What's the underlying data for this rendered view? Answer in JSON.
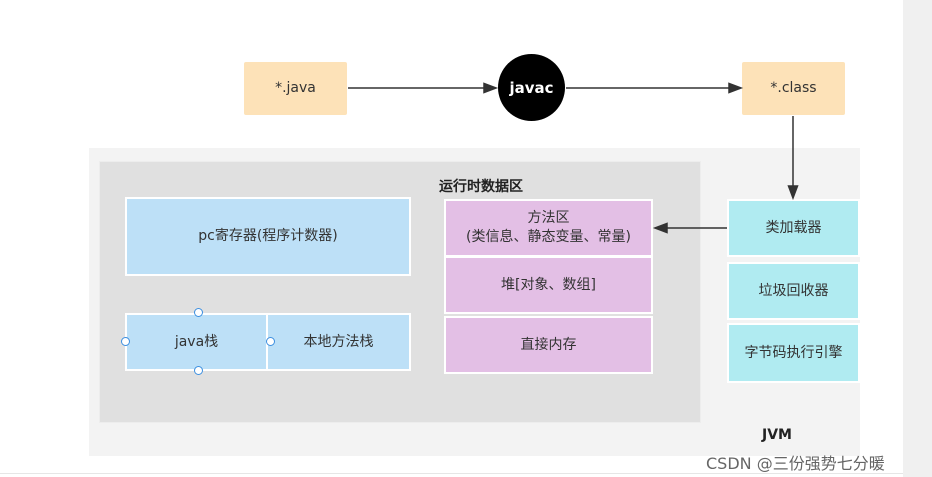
{
  "source": {
    "label": "*.java"
  },
  "compiler": {
    "label": "javac"
  },
  "output": {
    "label": "*.class"
  },
  "jvm": {
    "label": "JVM",
    "runtime_area": {
      "title": "运行时数据区",
      "pc_register": "pc寄存器(程序计数器)",
      "java_stack": "java栈",
      "native_stack": "本地方法栈",
      "method_area": {
        "line1": "方法区",
        "line2": "(类信息、静态变量、常量)"
      },
      "heap": "堆[对象、数组]",
      "direct_memory": "直接内存"
    },
    "class_loader": "类加载器",
    "garbage_collector": "垃圾回收器",
    "execution_engine": "字节码执行引擎"
  },
  "watermark": "CSDN @三份强势七分暖",
  "colors": {
    "orange": "#fde2b8",
    "blue": "#bde0f7",
    "purple": "#e3bfe5",
    "cyan": "#b0ebf1",
    "selection_handle": "#3c8fe0"
  }
}
